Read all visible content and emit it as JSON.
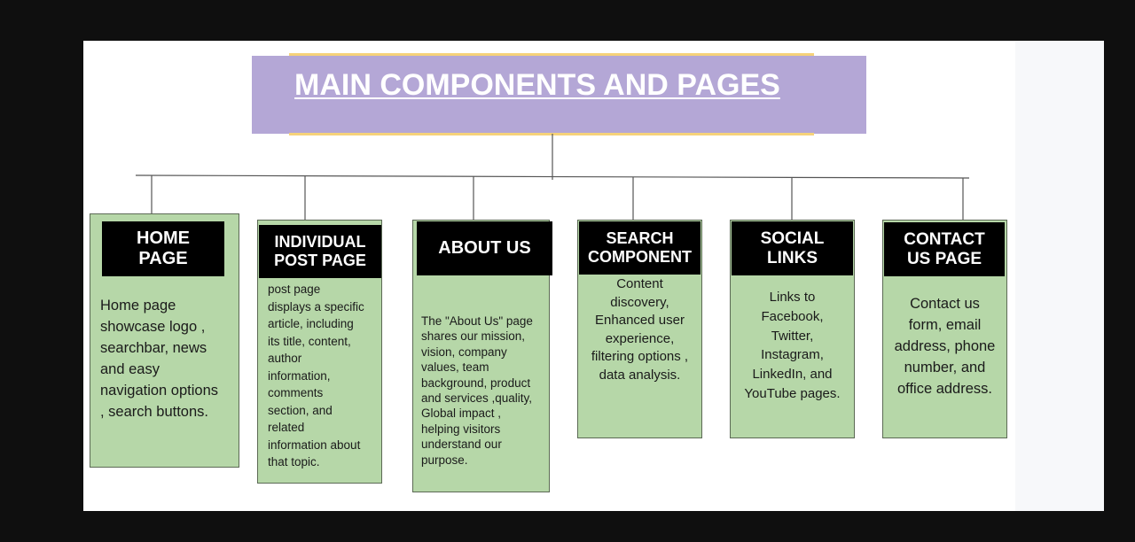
{
  "title": "MAIN COMPONENTS AND PAGES",
  "colors": {
    "background": "#0f0f0f",
    "canvas": "#ffffff",
    "title_fill": "#b4a7d6",
    "title_accent": "#f6d27a",
    "card_fill": "#b6d7a8",
    "header_fill": "#000000",
    "connector": "#555555"
  },
  "nodes": [
    {
      "id": "home",
      "header": "HOME\nPAGE",
      "body": "Home page\nshowcase logo ,\nsearchbar, news\nand easy\nnavigation options\n, search buttons."
    },
    {
      "id": "individual-post",
      "header": "INDIVIDUAL\nPOST PAGE",
      "body": "post page\ndisplays a specific\narticle, including\nits title, content,\nauthor\ninformation,\ncomments\nsection, and\nrelated\ninformation about\nthat topic."
    },
    {
      "id": "about",
      "header": "ABOUT US",
      "body": "The \"About Us\" page\nshares our mission,\nvision, company\nvalues, team\nbackground, product\nand services ,quality,\nGlobal impact ,\nhelping visitors\nunderstand our\npurpose."
    },
    {
      "id": "search",
      "header": "SEARCH\nCOMPONENT",
      "body": "Content\ndiscovery,\nEnhanced user\nexperience,\nfiltering options ,\ndata analysis."
    },
    {
      "id": "social",
      "header": "SOCIAL\nLINKS",
      "body": "Links to\nFacebook,\nTwitter,\nInstagram,\nLinkedIn, and\nYouTube pages."
    },
    {
      "id": "contact",
      "header": "CONTACT\nUS PAGE",
      "body": "Contact us\nform, email\naddress, phone\nnumber, and\noffice address."
    }
  ]
}
